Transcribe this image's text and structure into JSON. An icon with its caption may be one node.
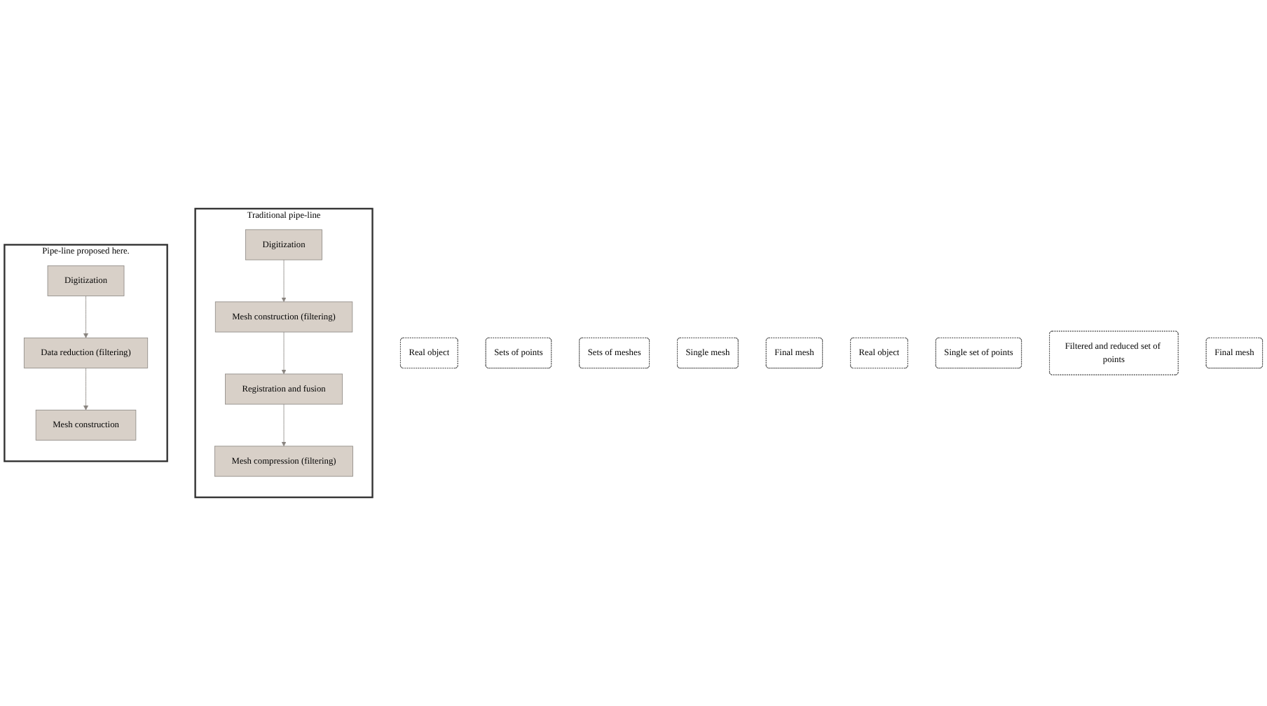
{
  "diagram": {
    "nodes": [
      {
        "text": [
          "Traditional pipe-line"
        ]
      },
      {
        "text": [
          "Digitization"
        ],
        "in": 0
      },
      {
        "text": [
          "Mesh construction (filtering)"
        ],
        "in": 0
      },
      {
        "text": [
          "Registration and fusion"
        ],
        "in": 0
      },
      {
        "text": [
          "Mesh compression (filtering)"
        ],
        "in": 0
      },
      {
        "text": [
          "Real object"
        ]
      },
      {
        "text": [
          "Sets of points"
        ]
      },
      {
        "text": [
          "Sets of meshes"
        ]
      },
      {
        "text": [
          "Single mesh"
        ]
      },
      {
        "text": [
          "Final mesh"
        ]
      },
      {
        "text": [
          "Pipe-line proposed here."
        ]
      },
      {
        "text": [
          "Digitization"
        ],
        "in": 10
      },
      {
        "text": [
          "Data reduction (filtering)"
        ],
        "in": 10
      },
      {
        "text": [
          "Mesh construction"
        ],
        "in": 10
      },
      {
        "text": [
          "Real object"
        ]
      },
      {
        "text": [
          "Single set of points"
        ]
      },
      {
        "text": [
          "Filtered and reduced set of points"
        ]
      },
      {
        "text": [
          "Final mesh"
        ]
      }
    ],
    "edges": [
      {
        "from": 1,
        "to": 2,
        "arrow": "to"
      },
      {
        "from": 2,
        "to": 3,
        "arrow": "to"
      },
      {
        "from": 3,
        "to": 4,
        "arrow": "to"
      },
      {
        "from": 11,
        "to": 12,
        "arrow": "to"
      },
      {
        "from": 12,
        "to": 13,
        "arrow": "to"
      }
    ]
  }
}
